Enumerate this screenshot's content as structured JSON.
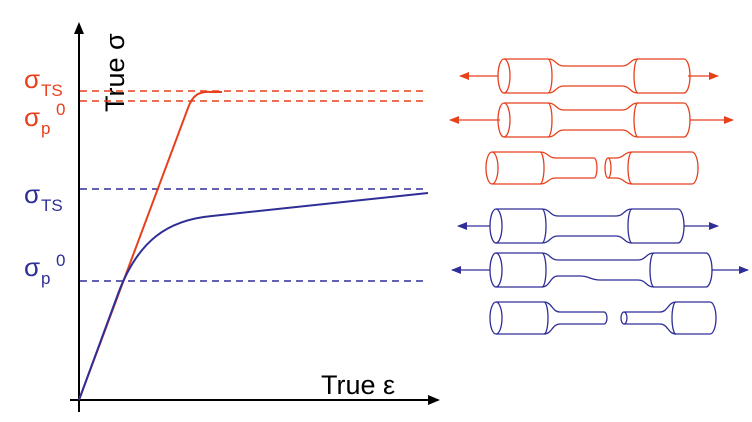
{
  "colors": {
    "brittle": "#e8401c",
    "ductile": "#2e2e96",
    "axis": "#000000"
  },
  "axes": {
    "y_label": "True σ",
    "x_label": "True ε"
  },
  "brittle_labels": {
    "tensile_strength": {
      "symbol": "σ",
      "subscript": "TS"
    },
    "yield_strength": {
      "symbol": "σ",
      "subscript": "p",
      "superscript": "0"
    }
  },
  "ductile_labels": {
    "tensile_strength": {
      "symbol": "σ",
      "subscript": "TS"
    },
    "yield_strength": {
      "symbol": "σ",
      "subscript": "p",
      "superscript": "0"
    }
  },
  "specimens": {
    "brittle": [
      "loaded",
      "loaded-stretched",
      "fractured"
    ],
    "ductile": [
      "loaded",
      "necking",
      "fractured"
    ]
  }
}
